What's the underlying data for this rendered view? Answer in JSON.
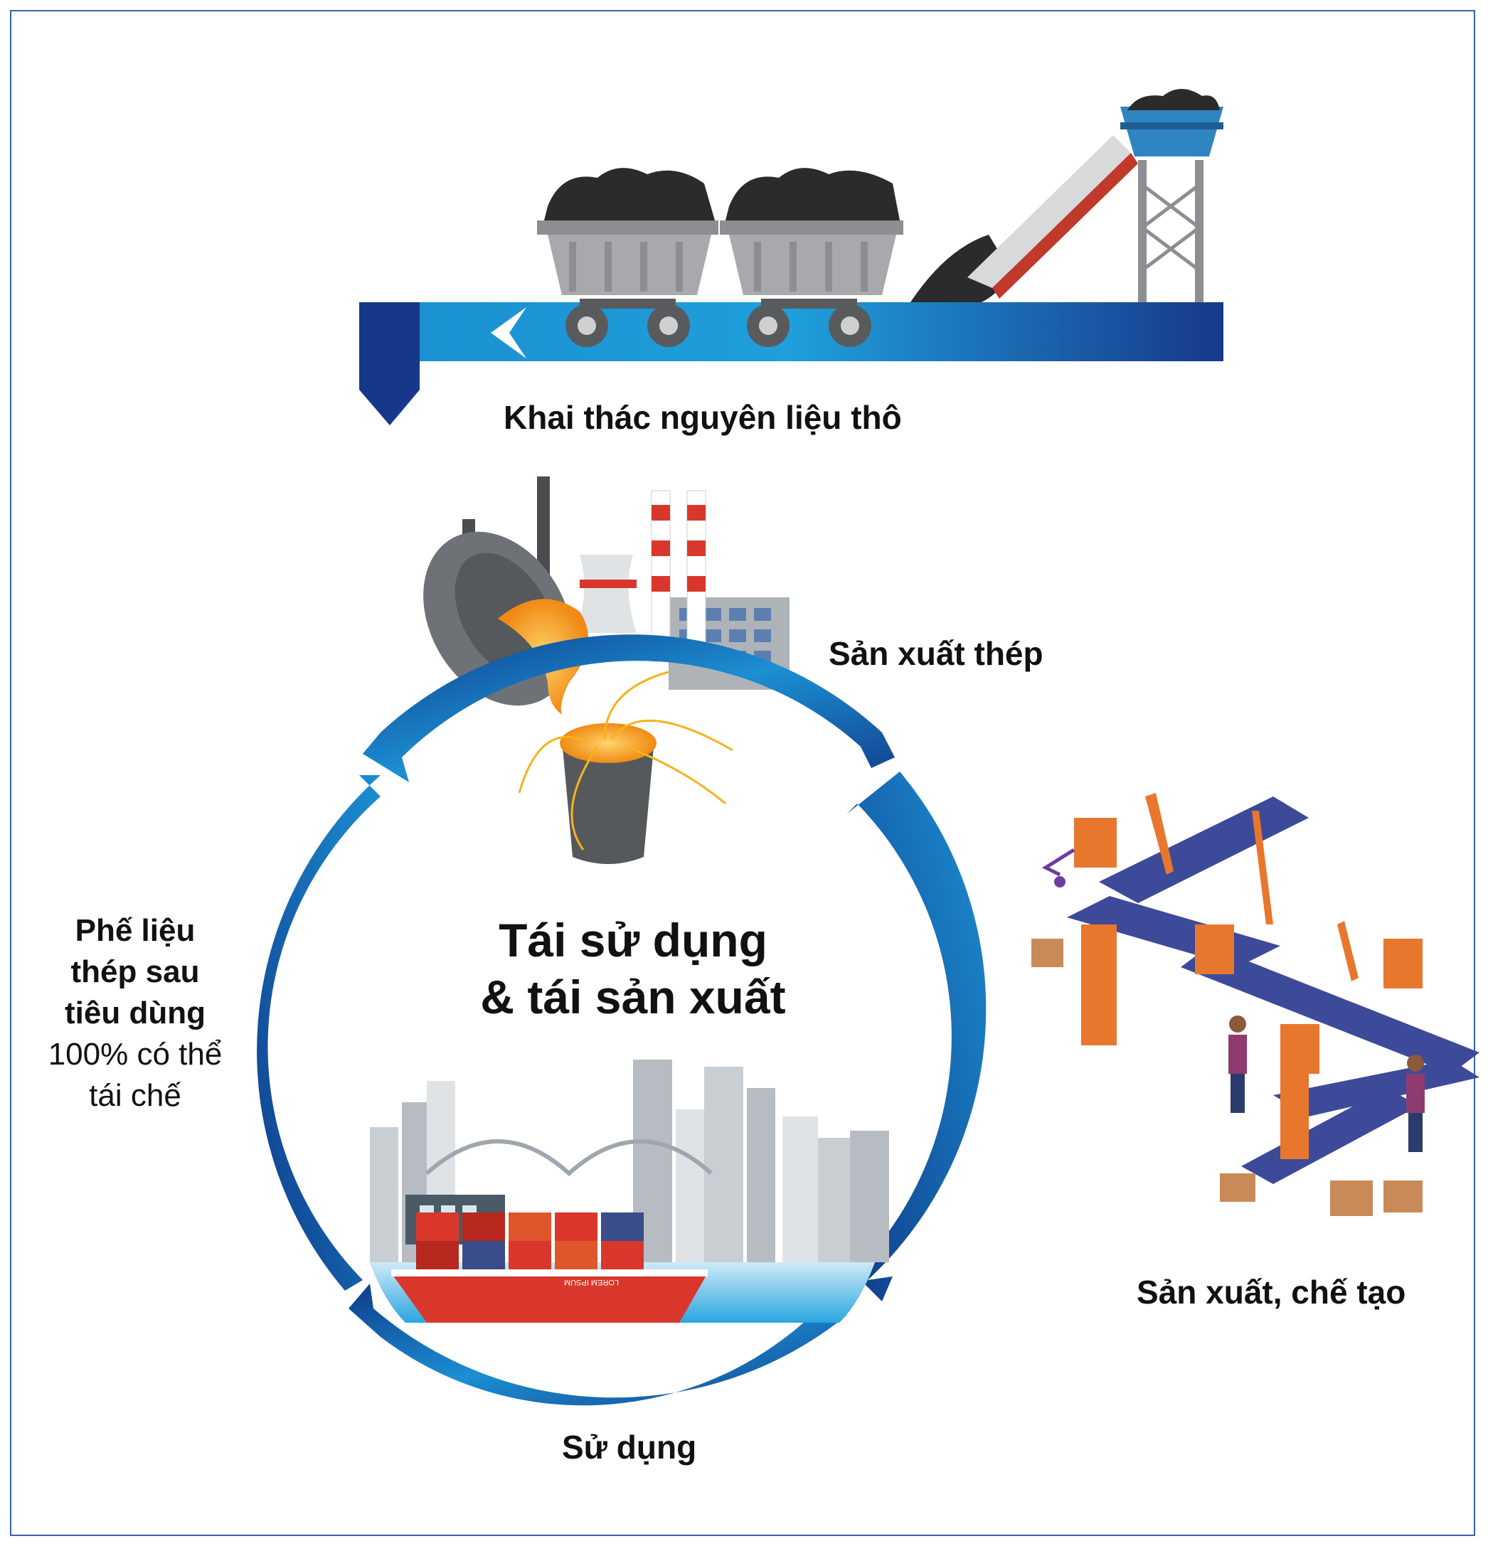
{
  "stages": {
    "mining": "Khai thác nguyên liệu thô",
    "steel_production": "Sản xuất thép",
    "manufacturing": "Sản xuất, chế tạo",
    "usage": "Sử dụng"
  },
  "center": {
    "line1": "Tái sử dụng",
    "line2": "& tái sản xuất"
  },
  "scrap": {
    "line1": "Phế liệu",
    "line2": "thép sau",
    "line3": "tiêu dùng",
    "line4": "100% có thể",
    "line5": "tái chế"
  },
  "ship": {
    "name": "LOREM IPSUM"
  },
  "colors": {
    "cycle_dark": "#123f8c",
    "cycle_light": "#1d9ad6",
    "molten": "#f7941d",
    "robot": "#e8772e",
    "conveyor": "#3d4a9a",
    "coal": "#2b2b2b",
    "cart": "#a7a9ac"
  }
}
